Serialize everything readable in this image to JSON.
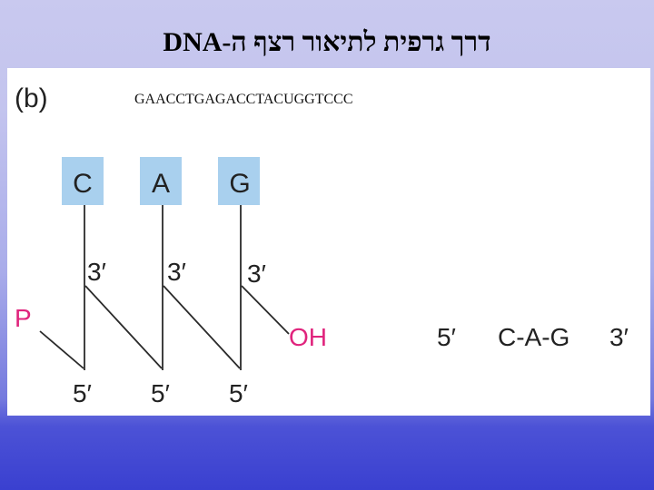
{
  "slide": {
    "title": "דרך גרפית לתיאור רצף ה-DNA"
  },
  "figure": {
    "panel_label": "(b)",
    "sequence": "GAACCTGAGACCTACUGGTCCC",
    "bases": [
      "C",
      "A",
      "G"
    ],
    "three_prime_labels": [
      "3′",
      "3′",
      "3′"
    ],
    "five_prime_labels": [
      "5′",
      "5′",
      "5′"
    ],
    "phosphate_label": "P",
    "hydroxyl_label": "OH",
    "notation": {
      "five_prime": "5′",
      "sequence": "C-A-G",
      "three_prime": "3′"
    },
    "colors": {
      "base_box": "#a9d0ee",
      "end_labels": "#e0247d"
    }
  }
}
